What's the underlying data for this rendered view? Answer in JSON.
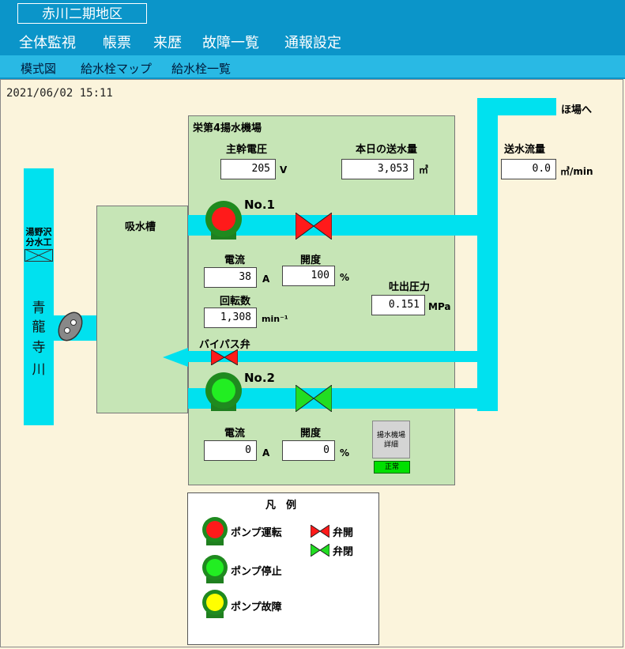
{
  "window": {
    "title": "赤川二期地区"
  },
  "menu": [
    "全体監視",
    "帳票",
    "来歴",
    "故障一覧",
    "通報設定"
  ],
  "submenu": [
    "模式図",
    "給水栓マップ",
    "給水栓一覧"
  ],
  "datetime": "2021/06/02 15:11",
  "river": {
    "name_chars": [
      "青",
      "龍",
      "寺",
      "川"
    ],
    "intake_label_1": "湯野沢",
    "intake_label_2": "分水工"
  },
  "tank": {
    "label": "吸水槽"
  },
  "station": {
    "name": "栄第4揚水機場",
    "main_voltage": {
      "label": "主幹電圧",
      "value": "205",
      "unit": "V"
    },
    "daily_volume": {
      "label": "本日の送水量",
      "value": "3,053",
      "unit": "㎥"
    },
    "pump1": {
      "name": "No.1",
      "current": {
        "label": "電流",
        "value": "38",
        "unit": "A"
      },
      "opening": {
        "label": "開度",
        "value": "100",
        "unit": "%"
      },
      "rpm": {
        "label": "回転数",
        "value": "1,308",
        "unit": "min⁻¹"
      }
    },
    "pump2": {
      "name": "No.2",
      "current": {
        "label": "電流",
        "value": "0",
        "unit": "A"
      },
      "opening": {
        "label": "開度",
        "value": "0",
        "unit": "%"
      }
    },
    "discharge_pressure": {
      "label": "吐出圧力",
      "value": "0.151",
      "unit": "MPa"
    },
    "bypass_label": "バイパス弁",
    "detail_button": {
      "line1": "揚水機場",
      "line2": "詳細"
    },
    "status": "正常"
  },
  "outflow": {
    "label": "送水流量",
    "value": "0.0",
    "unit": "㎥/min",
    "destination": "ほ場へ"
  },
  "legend": {
    "title": "凡　例",
    "pump_running": "ポンプ運転",
    "pump_stopped": "ポンプ停止",
    "pump_fault": "ポンプ故障",
    "valve_red": "弁開",
    "valve_green": "弁閉"
  },
  "colors": {
    "header": "#0b95c9",
    "subheader": "#29b9e4",
    "pipe": "#00e1ef",
    "station_bg": "#c6e5b6",
    "page_bg": "#fbf4dc",
    "running": "#ff1a1a",
    "stopped": "#22ee22",
    "fault": "#ffff00"
  }
}
